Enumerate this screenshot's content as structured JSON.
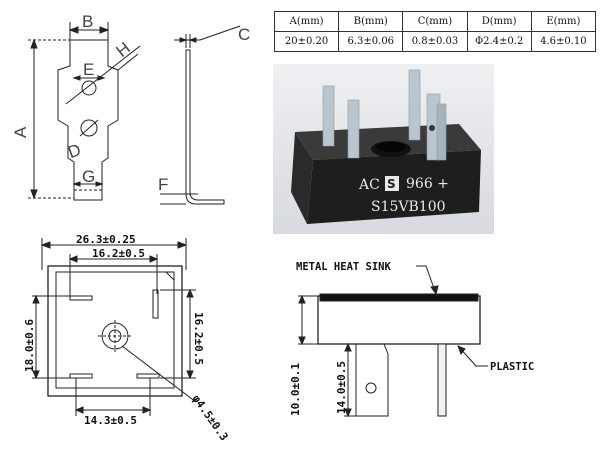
{
  "spec_table": {
    "headers": [
      "A(mm)",
      "B(mm)",
      "C(mm)",
      "D(mm)",
      "E(mm)"
    ],
    "values": [
      "20±0.20",
      "6.3±0.06",
      "0.8±0.03",
      "Φ2.4±0.2",
      "4.6±0.10"
    ]
  },
  "terminal_labels": {
    "a": "A",
    "b": "B",
    "c": "C",
    "d": "D",
    "e": "E",
    "f": "F",
    "g": "G",
    "h": "H"
  },
  "photo": {
    "marking_line1_prefix": "AC",
    "marking_logo": "S",
    "marking_line1_suffix": "966 +",
    "marking_line2": "S15VB100"
  },
  "top_view": {
    "width": "26.3±0.25",
    "pin_spacing_top": "16.2±0.5",
    "height": "18.0±0.6",
    "pin_spacing_side": "16.2±0.5",
    "pin_spacing_bottom": "14.3±0.5",
    "hole_diameter": "φ4.5±0.3"
  },
  "side_view": {
    "heat_sink_label": "METAL HEAT SINK",
    "plastic_label": "PLASTIC",
    "body_height": "10.0±0.1",
    "lead_length": "14.0±0.5"
  },
  "colors": {
    "body": "#1e1e1e",
    "terminal": "#b9c6cf",
    "line": "#222222"
  }
}
